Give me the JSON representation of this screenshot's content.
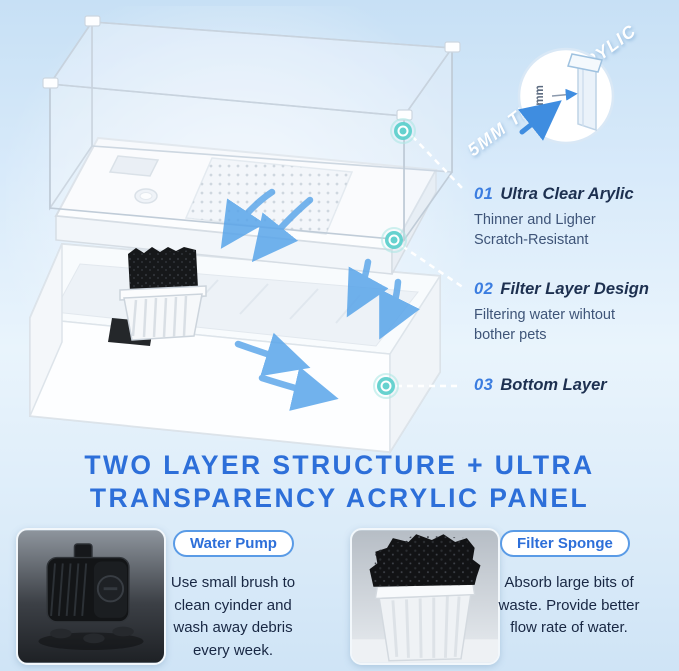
{
  "colors": {
    "accent_blue": "#2d6fd9",
    "teal_marker": "#5fd0cc",
    "navy_text": "#1d3050",
    "slate_text": "#3e5478",
    "arrow_blue": "#5fa8ea",
    "pill_border": "#5a9be6"
  },
  "banner": {
    "diagonal_text": "5MM THICK ACRYLIC",
    "measure_label": "5mm"
  },
  "callouts": [
    {
      "number": "01",
      "title": "Ultra Clear Arylic",
      "desc": "Thinner and Ligher Scratch-Resistant"
    },
    {
      "number": "02",
      "title": "Filter Layer Design",
      "desc": "Filtering water wihtout bother pets"
    },
    {
      "number": "03",
      "title": "Bottom Layer",
      "desc": ""
    }
  ],
  "headline": {
    "line1": "TWO LAYER STRUCTURE + ULTRA",
    "line2": "TRANSPARENCY ACRYLIC PANEL"
  },
  "cards": [
    {
      "label": "Water Pump",
      "desc": "Use small brush to clean cyinder and wash away debris every week."
    },
    {
      "label": "Filter Sponge",
      "desc": "Absorb large bits of waste. Provide better flow rate of water."
    }
  ]
}
